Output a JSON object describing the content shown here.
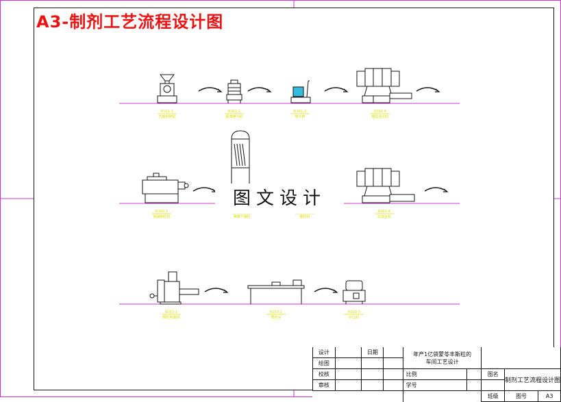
{
  "drawing": {
    "title": "A3-制剂工艺流程设计图",
    "watermark": "图文设计",
    "colors": {
      "frame": "#111111",
      "trim": "#cc33cc",
      "title": "#ee1111",
      "baseline": "#cc33cc",
      "equipment": "#111111",
      "equipment_fill": "#ffffff",
      "label": "#dddd00",
      "accent": "#33bbdd"
    }
  },
  "equipment_rows": [
    {
      "items": [
        {
          "tag": "R101-1",
          "name": "万能粉碎机"
        },
        {
          "tag": "R101-2",
          "name": "振荡筛分机"
        },
        {
          "tag": "R101-3",
          "name": "电子秤"
        },
        {
          "tag": "R101-4",
          "name": "槽型混合机"
        }
      ]
    },
    {
      "items": [
        {
          "tag": "R102-1",
          "name": "摇摆制粒机"
        },
        {
          "tag": "R102-2",
          "name": "沸腾干燥机"
        },
        {
          "tag": "R102-3",
          "name": "整粒机"
        },
        {
          "tag": "R102-4",
          "name": "总混合机"
        }
      ]
    },
    {
      "items": [
        {
          "tag": "R103-1",
          "name": "颗粒包装机"
        },
        {
          "tag": "R103-2",
          "name": "质检台"
        },
        {
          "tag": "R103-3",
          "name": "封口机"
        }
      ]
    }
  ],
  "title_block": {
    "design_label": "设计",
    "drawing_label": "绘图",
    "check_label": "校核",
    "review_label": "审核",
    "date_label": "日期",
    "scale_label": "比例",
    "student_id_label": "学号",
    "project_line1": "年产1亿袋蒙苓丰斯粒的",
    "project_line2": "车间工艺设计",
    "sheet_name_label": "图名",
    "sheet_name": "制剂工艺流程设计图",
    "class_label": "班级",
    "sheet_no_label": "图号",
    "sheet_no": "A3"
  }
}
